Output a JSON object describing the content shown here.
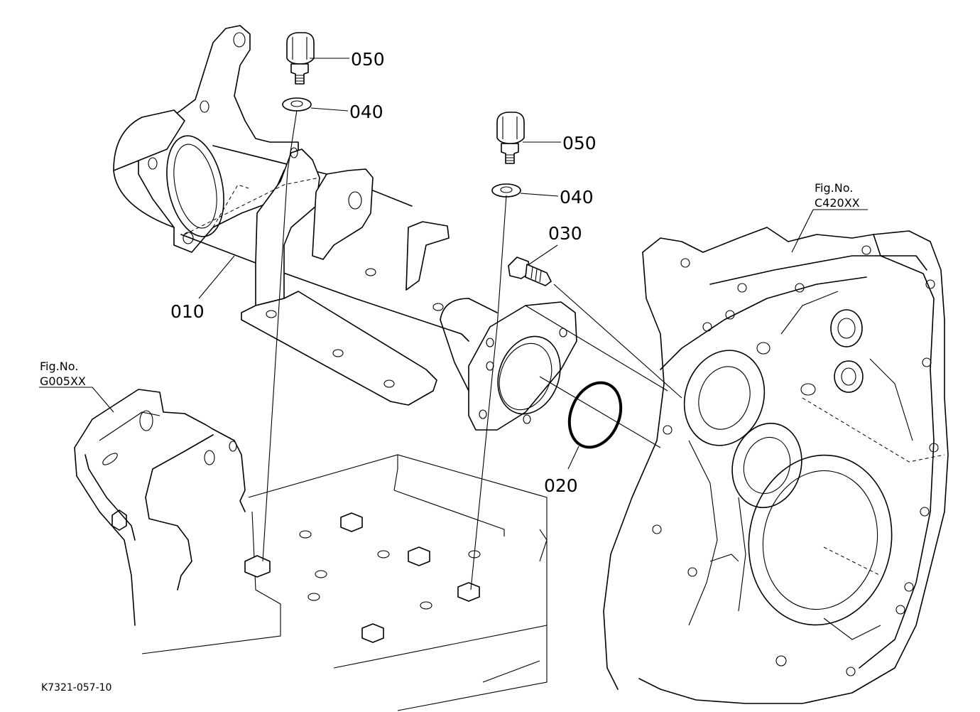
{
  "parts": [
    {
      "id": "p010",
      "number": "010"
    },
    {
      "id": "p020",
      "number": "020"
    },
    {
      "id": "p030",
      "number": "030"
    },
    {
      "id": "p040a",
      "number": "040"
    },
    {
      "id": "p040b",
      "number": "040"
    },
    {
      "id": "p050a",
      "number": "050"
    },
    {
      "id": "p050b",
      "number": "050"
    }
  ],
  "figure_refs": {
    "left": {
      "prefix": "Fig.No.",
      "code": "G005XX"
    },
    "right": {
      "prefix": "Fig.No.",
      "code": "C420XX"
    }
  },
  "drawing_code": "K7321-057-10"
}
